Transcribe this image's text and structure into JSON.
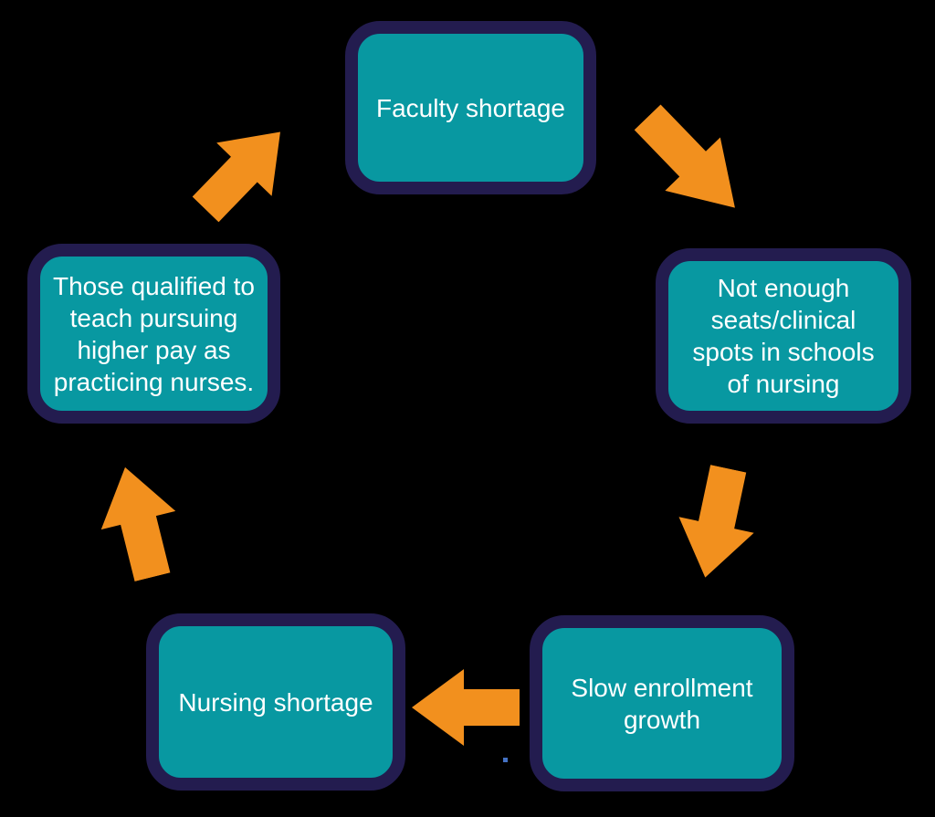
{
  "diagram": {
    "type": "cycle",
    "boxes": [
      {
        "id": "faculty-shortage",
        "label": "Faculty shortage"
      },
      {
        "id": "not-enough-seats",
        "label": "Not enough\nseats/clinical\nspots in schools\nof nursing"
      },
      {
        "id": "slow-enrollment-growth",
        "label": "Slow enrollment\ngrowth"
      },
      {
        "id": "nursing-shortage",
        "label": "Nursing shortage"
      },
      {
        "id": "those-qualified",
        "label": "Those qualified to\nteach pursuing\nhigher pay as\npracticing nurses."
      }
    ],
    "arrows": [
      {
        "from": "Faculty shortage",
        "to": "Not enough seats/clinical spots in schools of nursing",
        "direction": "down-right"
      },
      {
        "from": "Not enough seats/clinical spots in schools of nursing",
        "to": "Slow enrollment growth",
        "direction": "down-left"
      },
      {
        "from": "Slow enrollment growth",
        "to": "Nursing shortage",
        "direction": "left"
      },
      {
        "from": "Nursing shortage",
        "to": "Those qualified to teach pursuing higher pay as practicing nurses.",
        "direction": "up-left"
      },
      {
        "from": "Those qualified to teach pursuing higher pay as practicing nurses.",
        "to": "Faculty shortage",
        "direction": "up-right"
      }
    ],
    "colors": {
      "background": "#000000",
      "box_fill": "#0898A1",
      "box_border": "#231C4F",
      "arrow": "#F2901E",
      "text": "#FFFFFF",
      "stray_dot": "#4472C4"
    }
  }
}
